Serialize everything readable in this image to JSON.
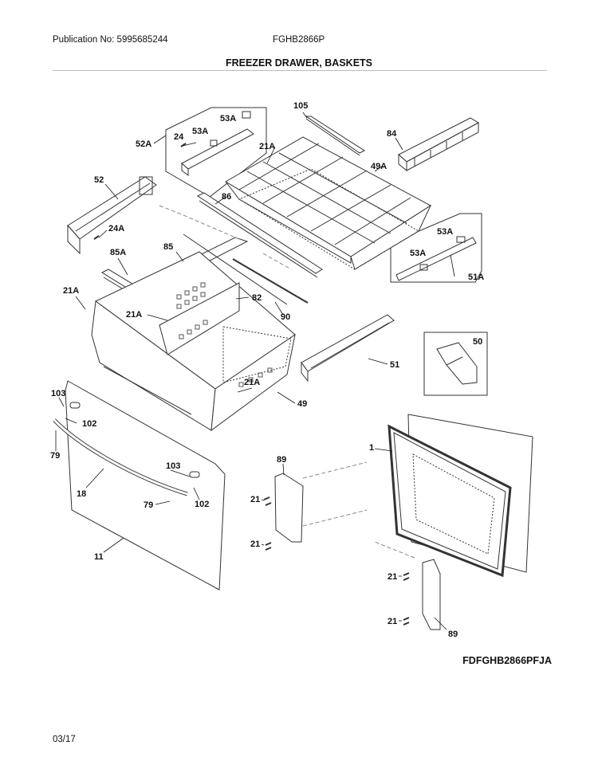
{
  "header": {
    "publication": "Publication No: 5995685244",
    "model": "FGHB2866P",
    "title": "FREEZER DRAWER, BASKETS"
  },
  "callouts": {
    "c105": "105",
    "c84": "84",
    "c53A_a": "53A",
    "c24_a": "24",
    "c53A_b": "53A",
    "c52A": "52A",
    "c21A_a": "21A",
    "c49A": "49A",
    "c52": "52",
    "c86": "86",
    "c24A": "24A",
    "c53A_c": "53A",
    "c53A_d": "53A",
    "c51A": "51A",
    "c85": "85",
    "c85A": "85A",
    "c21A_b": "21A",
    "c82": "82",
    "c21A_c": "21A",
    "c90": "90",
    "c50": "50",
    "c51": "51",
    "c21A_d": "21A",
    "c49": "49",
    "c103_a": "103",
    "c102_a": "102",
    "c79_a": "79",
    "c1": "1",
    "c89_a": "89",
    "c103_b": "103",
    "c18": "18",
    "c21_a": "21",
    "c79_b": "79",
    "c102_b": "102",
    "c21_b": "21",
    "c11": "11",
    "c21_c": "21",
    "c21_d": "21",
    "c89_b": "89"
  },
  "footer": {
    "figure_code": "FDFGHB2866PFJA",
    "date": "03/17"
  }
}
